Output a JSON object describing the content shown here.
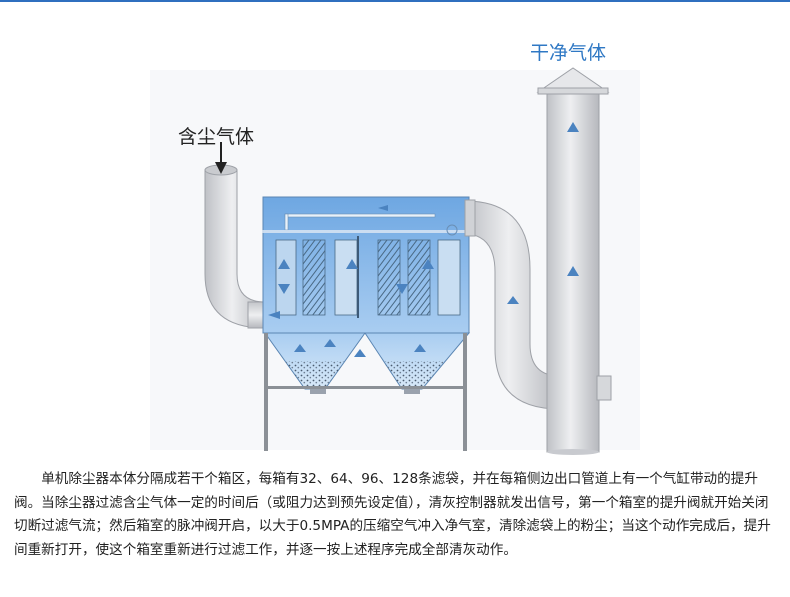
{
  "labels": {
    "dirty_gas": "含尘气体",
    "clean_gas": "干净气体"
  },
  "description": "单机除尘器本体分隔成若干个箱区，每箱有32、64、96、128条滤袋，并在每箱侧边出口管道上有一个气缸带动的提升阀。当除尘器过滤含尘气体一定的时间后（或阻力达到预先设定值），清灰控制器就发出信号，第一个箱室的提升阀就开始关闭切断过滤气流；然后箱室的脉冲阀开启，以大于0.5MPA的压缩空气冲入净气室，清除滤袋上的粉尘；当这个动作完成后，提升间重新打开，使这个箱室重新进行过滤工作，并逐一按上述程序完成全部清灰动作。",
  "colors": {
    "accent": "#2f6fbf",
    "clean_label": "#2f78c4",
    "pipe": "#d7d8db",
    "housing": "#7fb2e6"
  }
}
